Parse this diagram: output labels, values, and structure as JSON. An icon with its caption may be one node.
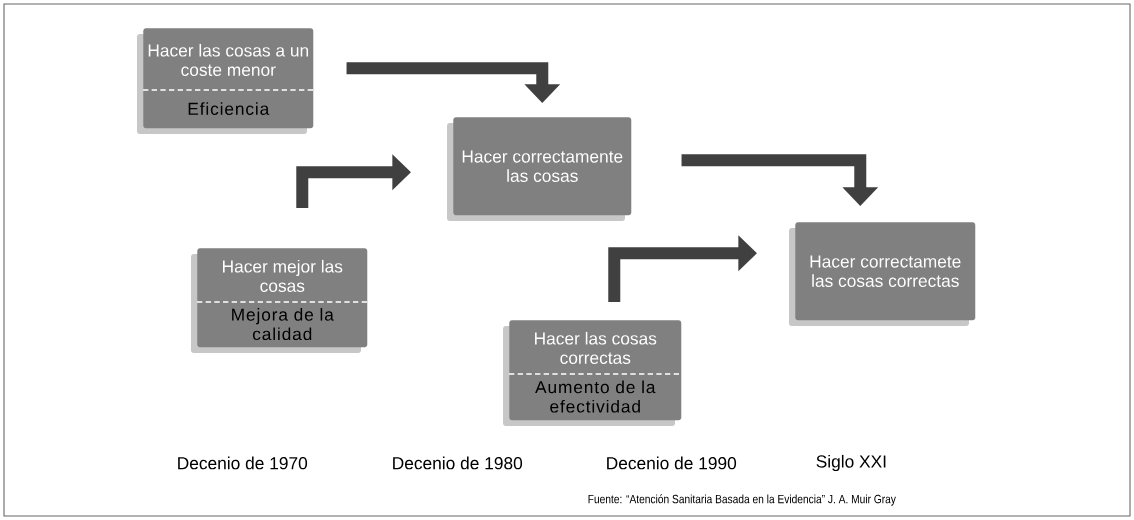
{
  "diagram": {
    "nodes": [
      {
        "text": [
          "Hacer las cosas a un coste menor",
          "Eficiencia"
        ]
      },
      {
        "text": [
          "Hacer correctamente las cosas"
        ]
      },
      {
        "text": [
          "Hacer mejor las cosas",
          "Mejora de la calidad"
        ]
      },
      {
        "text": [
          "Hacer las cosas correctas",
          "Aumento de la efectividad"
        ]
      },
      {
        "text": [
          "Hacer correctamete las cosas correctas"
        ]
      }
    ],
    "edges": [
      {
        "from": 0,
        "to": 1,
        "arrow": "to"
      },
      {
        "from": 2,
        "to": 1,
        "arrow": "to"
      },
      {
        "from": 1,
        "to": 4,
        "arrow": "to"
      },
      {
        "from": 3,
        "to": 4,
        "arrow": "to"
      }
    ],
    "labels": [
      "Decenio de 1970",
      "Decenio de 1980",
      "Decenio de 1990",
      "Siglo XXI",
      "Fuente: “Atención Sanitaria Basada en la Evidencia” J. A. Muir Gray"
    ]
  }
}
